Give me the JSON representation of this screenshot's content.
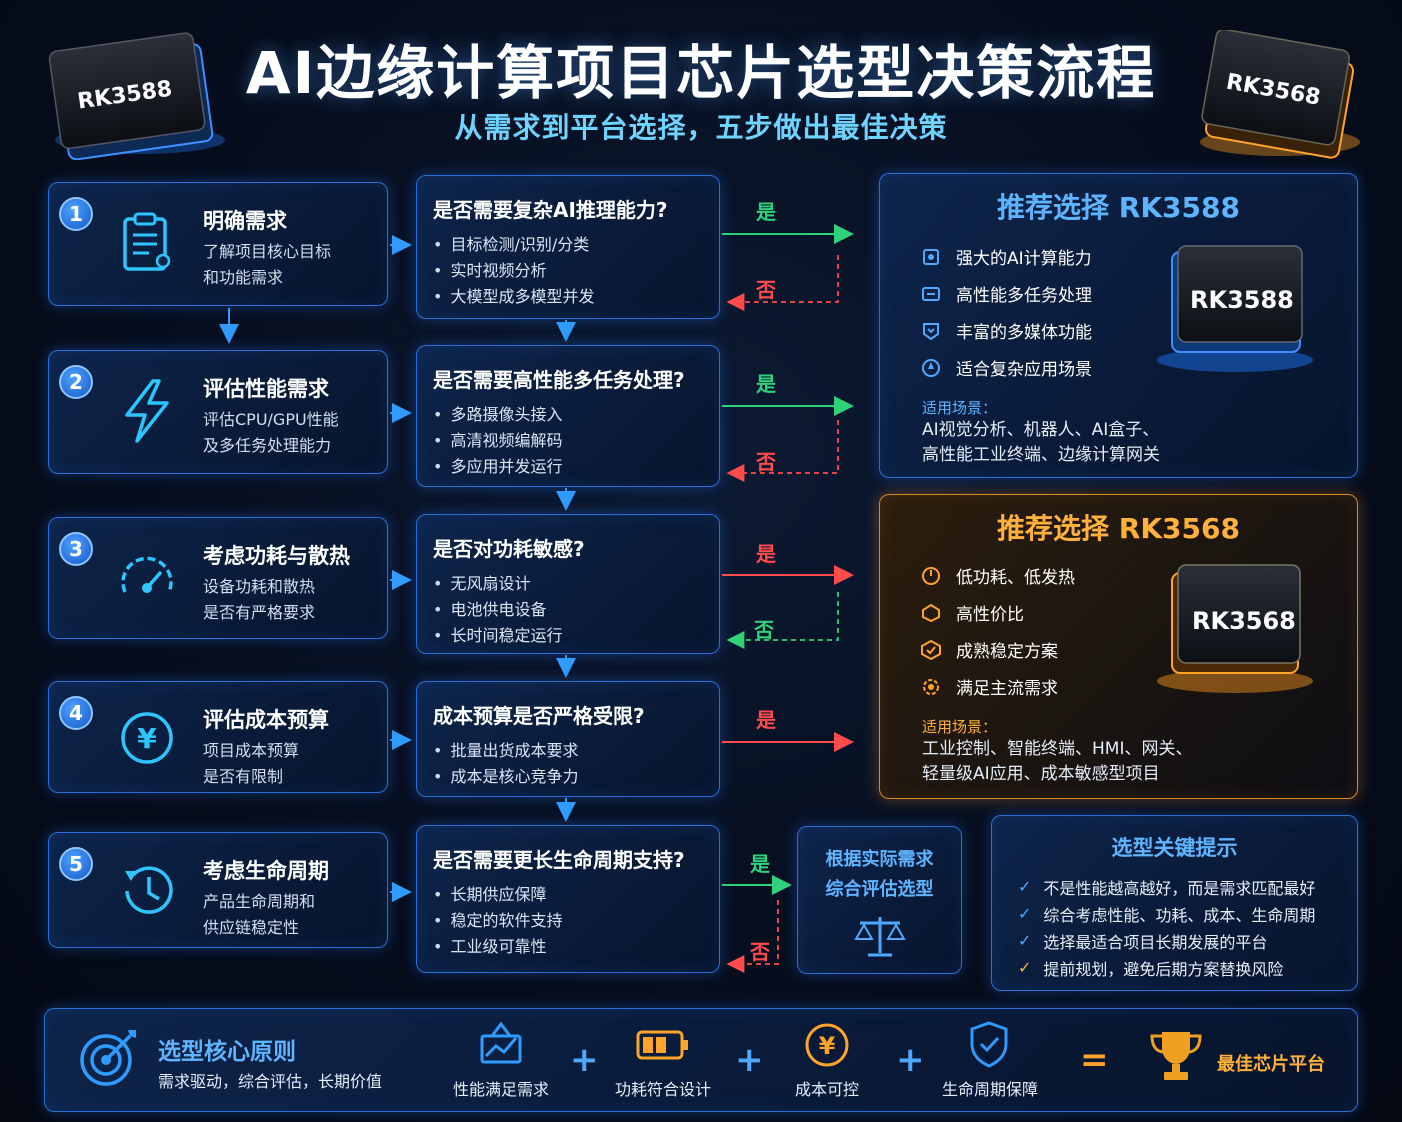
{
  "header": {
    "title": "AI边缘计算项目芯片选型决策流程",
    "subtitle": "从需求到平台选择，五步做出最佳决策",
    "chip_left": "RK3588",
    "chip_right": "RK3568"
  },
  "steps": [
    {
      "num": "1",
      "title": "明确需求",
      "desc1": "了解项目核心目标",
      "desc2": "和功能需求",
      "icon": "clipboard-icon"
    },
    {
      "num": "2",
      "title": "评估性能需求",
      "desc1": "评估CPU/GPU性能",
      "desc2": "及多任务处理能力",
      "icon": "lightning-icon"
    },
    {
      "num": "3",
      "title": "考虑功耗与散热",
      "desc1": "设备功耗和散热",
      "desc2": "是否有严格要求",
      "icon": "gauge-icon"
    },
    {
      "num": "4",
      "title": "评估成本预算",
      "desc1": "项目成本预算",
      "desc2": "是否有限制",
      "icon": "yen-icon"
    },
    {
      "num": "5",
      "title": "考虑生命周期",
      "desc1": "产品生命周期和",
      "desc2": "供应链稳定性",
      "icon": "clock-icon"
    }
  ],
  "questions": [
    {
      "title": "是否需要复杂AI推理能力?",
      "items": [
        "目标检测/识别/分类",
        "实时视频分析",
        "大模型成多模型并发"
      ],
      "yes": "是",
      "no": "否"
    },
    {
      "title": "是否需要高性能多任务处理?",
      "items": [
        "多路摄像头接入",
        "高清视频编解码",
        "多应用并发运行"
      ],
      "yes": "是",
      "no": "否"
    },
    {
      "title": "是否对功耗敏感?",
      "items": [
        "无风扇设计",
        "电池供电设备",
        "长时间稳定运行"
      ],
      "yes": "是",
      "no": "否"
    },
    {
      "title": "成本预算是否严格受限?",
      "items": [
        "批量出货成本要求",
        "成本是核心竞争力"
      ],
      "yes": "是"
    },
    {
      "title": "是否需要更长生命周期支持?",
      "items": [
        "长期供应保障",
        "稳定的软件支持",
        "工业级可靠性"
      ],
      "yes": "是",
      "no": "否"
    }
  ],
  "rk3588": {
    "title": "推荐选择 RK3588",
    "chip": "RK3588",
    "features": [
      "强大的AI计算能力",
      "高性能多任务处理",
      "丰富的多媒体功能",
      "适合复杂应用场景"
    ],
    "scene_label": "适用场景：",
    "scene_line1": "AI视觉分析、机器人、AI盒子、",
    "scene_line2": "高性能工业终端、边缘计算网关",
    "color": "#5fb4ff"
  },
  "rk3568": {
    "title": "推荐选择 RK3568",
    "chip": "RK3568",
    "features": [
      "低功耗、低发热",
      "高性价比",
      "成熟稳定方案",
      "满足主流需求"
    ],
    "scene_label": "适用场景：",
    "scene_line1": "工业控制、智能终端、HMI、网关、",
    "scene_line2": "轻量级AI应用、成本敏感型项目",
    "color": "#ffb13b"
  },
  "comprehensive": {
    "line1": "根据实际需求",
    "line2": "综合评估选型"
  },
  "tips": {
    "title": "选型关键提示",
    "items": [
      "不是性能越高越好，而是需求匹配最好",
      "综合考虑性能、功耗、成本、生命周期",
      "选择最适合项目长期发展的平台",
      "提前规划，避免后期方案替换风险"
    ]
  },
  "principle": {
    "title": "选型核心原则",
    "desc": "需求驱动，综合评估，长期价值",
    "items": [
      "性能满足需求",
      "功耗符合设计",
      "成本可控",
      "生命周期保障"
    ],
    "plus": "+",
    "equals": "=",
    "result": "最佳芯片平台"
  }
}
